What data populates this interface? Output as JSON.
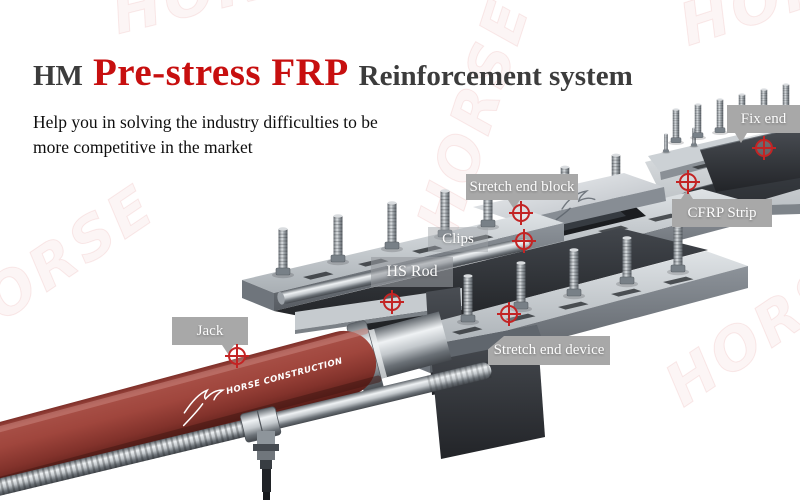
{
  "header": {
    "title_prefix": "HM",
    "title_highlight": "Pre-stress FRP",
    "title_suffix": "Reinforcement system",
    "subtitle_line1": "Help you in solving the industry difficulties to be",
    "subtitle_line2": "more competitive in the market"
  },
  "callouts": {
    "jack": "Jack",
    "hs_rod": "HS Rod",
    "clips": "Clips",
    "stretch_end_block": "Stretch end block",
    "stretch_end_device": "Stretch end device",
    "cfrp_strip": "CFRP Strip",
    "fix_end": "Fix end"
  },
  "illustration": {
    "jack_brand": "HORSE CONSTRUCTION",
    "watermark_text": "HORSE"
  },
  "colors": {
    "title_dark": "#3c3c3c",
    "accent_red": "#c70f0f",
    "label_bg": "#a8a8a8",
    "label_text": "#fcfcfc",
    "marker_red": "#c32424",
    "jack_red": "#9c4238",
    "steel_light": "#ccd1d5",
    "cfrp_black": "#1d2023"
  }
}
